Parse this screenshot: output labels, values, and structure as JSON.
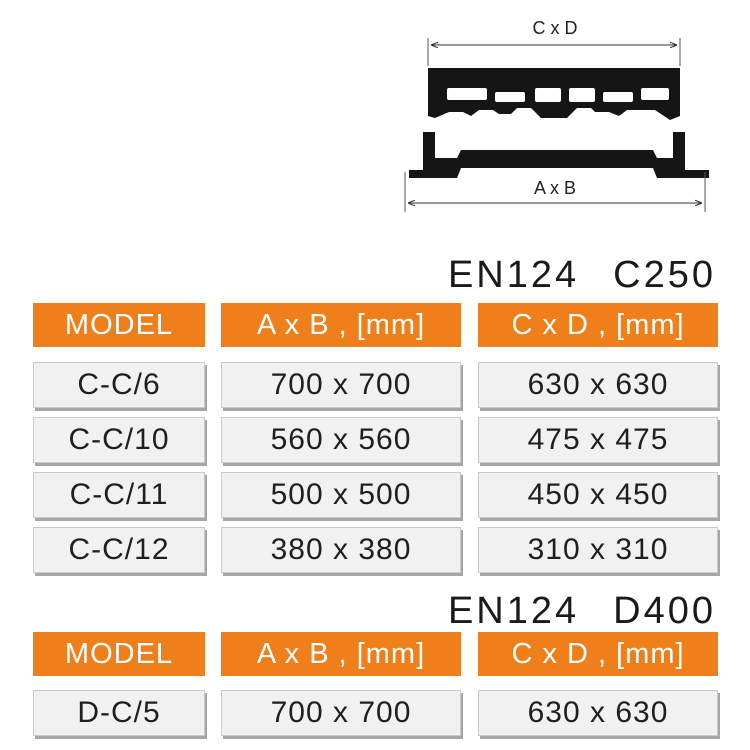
{
  "diagram": {
    "top_label": "C x D",
    "bottom_label": "A x B"
  },
  "tables": [
    {
      "standard": "EN124",
      "grade": "C250",
      "headers": [
        "MODEL",
        "A x B , [mm]",
        "C x D , [mm]"
      ],
      "rows": [
        [
          "C-C/6",
          "700 x 700",
          "630 x 630"
        ],
        [
          "C-C/10",
          "560 x 560",
          "475 x 475"
        ],
        [
          "C-C/11",
          "500 x 500",
          "450 x 450"
        ],
        [
          "C-C/12",
          "380 x 380",
          "310 x 310"
        ]
      ]
    },
    {
      "standard": "EN124",
      "grade": "D400",
      "headers": [
        "MODEL",
        "A x B , [mm]",
        "C x D , [mm]"
      ],
      "rows": [
        [
          "D-C/5",
          "700 x 700",
          "630 x 630"
        ]
      ]
    }
  ],
  "colors": {
    "header_bg": "#ef7f1a",
    "header_text": "#ffffff",
    "row_bg": "#f1f1f1"
  }
}
